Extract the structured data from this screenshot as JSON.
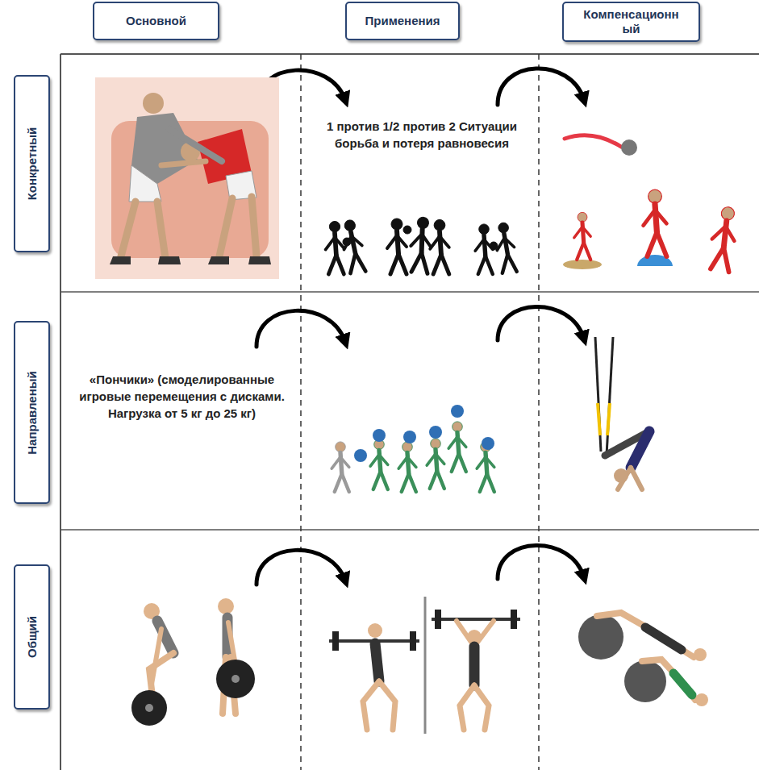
{
  "diagram": {
    "nodes": [
      {
        "text": [
          "Основной"
        ]
      },
      {
        "text": [
          "Применения"
        ]
      },
      {
        "text": [
          "Компенсационн ый"
        ]
      },
      {
        "text": [
          "Конкретный"
        ]
      },
      {
        "text": [
          "Направленый"
        ]
      },
      {
        "text": [
          "Общий"
        ]
      }
    ],
    "labels": [
      "1 против 1/2 против 2 Ситуации борьба и потеря равновесия",
      "«Пончики» (смоделированные игровые перемещения с дисками. Нагрузка от 5 кг до 25 кг)"
    ]
  }
}
